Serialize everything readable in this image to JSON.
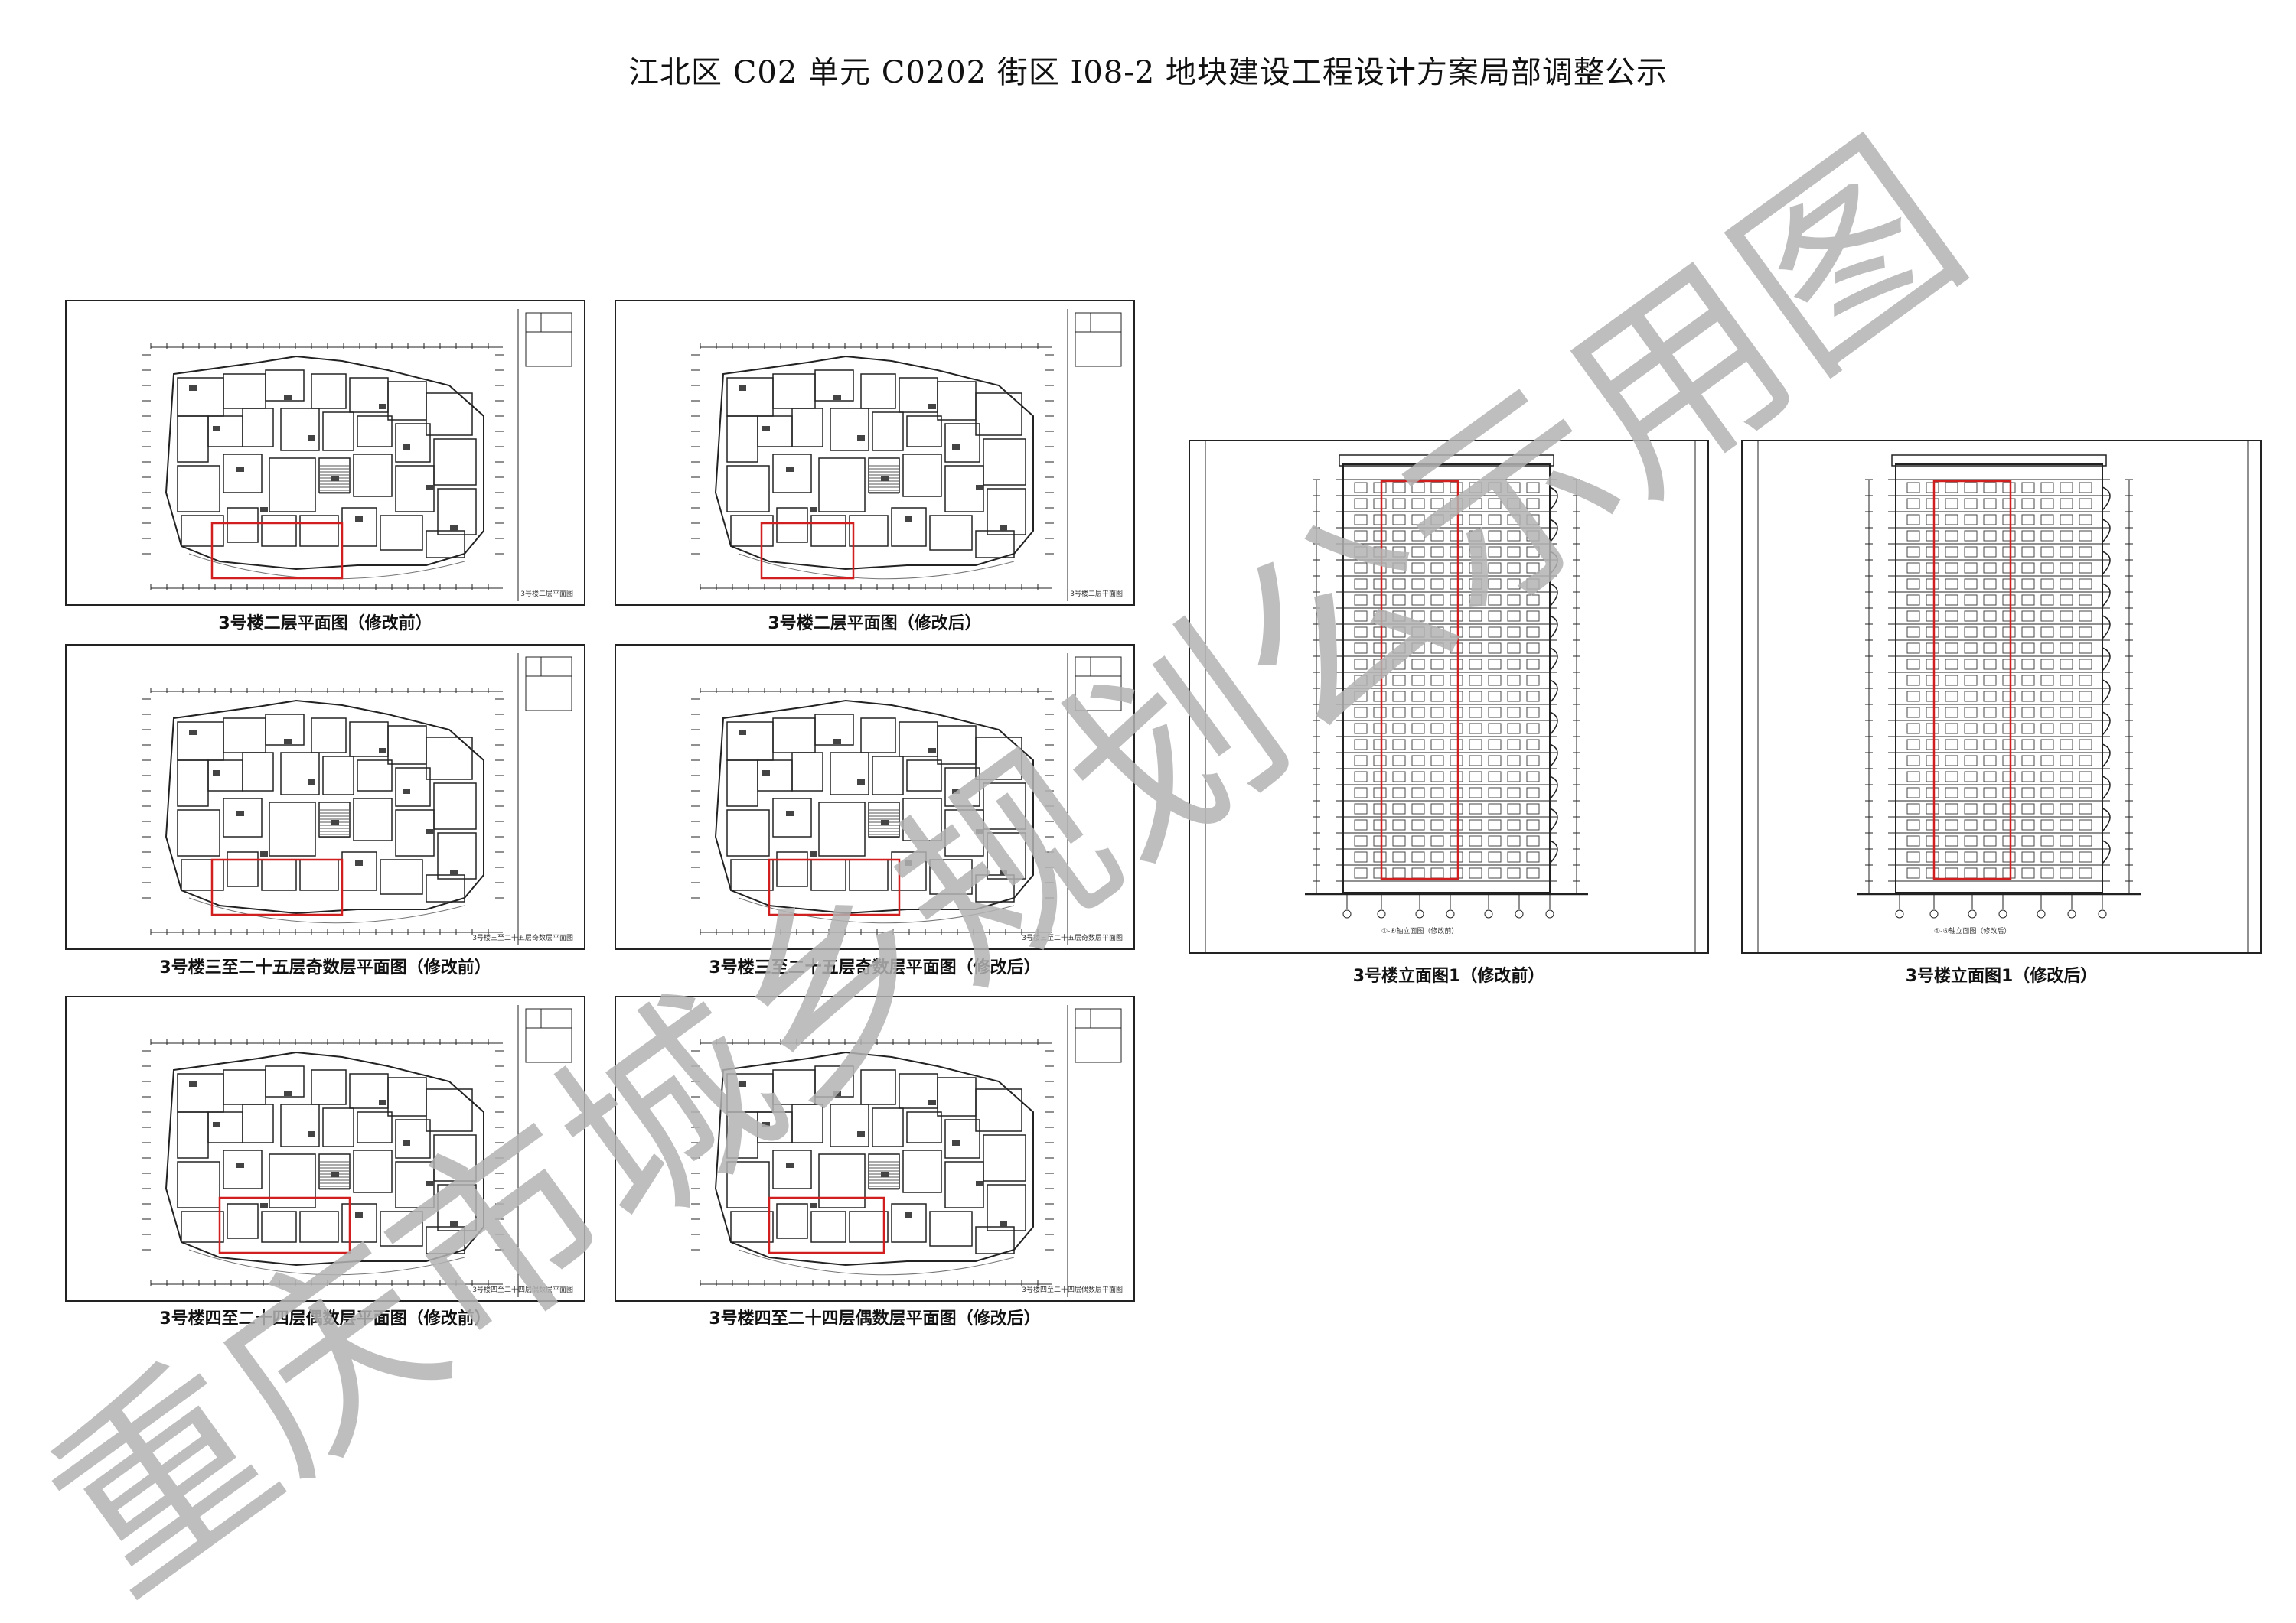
{
  "page": {
    "title": "江北区 C02 单元 C0202 街区 I08-2 地块建设工程设计方案局部调整公示"
  },
  "figures": {
    "p1": {
      "caption": "3号楼二层平面图（修改前）",
      "tag": "3号楼二层平面图"
    },
    "p2": {
      "caption": "3号楼二层平面图（修改后）",
      "tag": "3号楼二层平面图"
    },
    "p3": {
      "caption": "3号楼三至二十五层奇数层平面图（修改前）",
      "tag": "3号楼三至二十五层奇数层平面图"
    },
    "p4": {
      "caption": "3号楼三至二十五层奇数层平面图（修改后）",
      "tag": "3号楼三至二十五层奇数层平面图"
    },
    "p5": {
      "caption": "3号楼四至二十四层偶数层平面图（修改前）",
      "tag": "3号楼四至二十四层偶数层平面图"
    },
    "p6": {
      "caption": "3号楼四至二十四层偶数层平面图（修改后）",
      "tag": "3号楼四至二十四层偶数层平面图"
    },
    "e1": {
      "caption": "3号楼立面图1（修改前）",
      "tag": "①-⑥轴立面图（修改前）"
    },
    "e2": {
      "caption": "3号楼立面图1（修改后）",
      "tag": "①-⑥轴立面图（修改后）"
    }
  },
  "watermark": {
    "text": "重庆市城乡规划公示用图",
    "color": "#b3b3b3"
  },
  "colors": {
    "highlight": "#d11f1f",
    "line": "#222222"
  }
}
